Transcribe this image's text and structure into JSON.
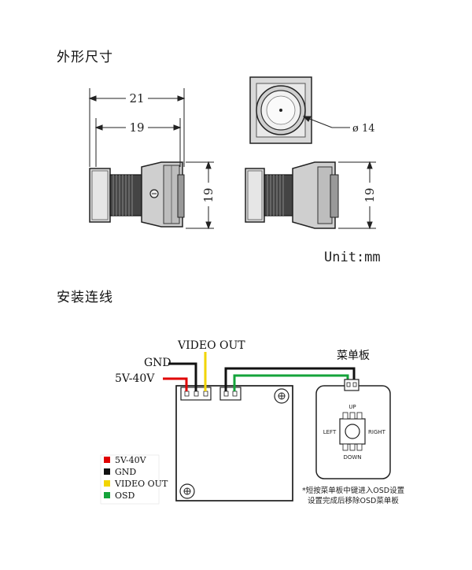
{
  "sections": {
    "dimensions_title": "外形尺寸",
    "wiring_title": "安装连线"
  },
  "dimensions": {
    "overall_length": "21",
    "body_length": "19",
    "lens_diameter": "ø 14",
    "side_height": "19",
    "back_height": "19",
    "unit": "Unit:mm"
  },
  "wiring": {
    "video_out_label": "VIDEO OUT",
    "gnd_label": "GND",
    "power_label": "5V-40V",
    "menu_board_label": "菜单板",
    "joystick": {
      "up": "UP",
      "down": "DOWN",
      "left": "LEFT",
      "right": "RIGHT"
    },
    "note_line1": "*短按菜单板中键进入OSD设置",
    "note_line2": "设置完成后移除OSD菜单板",
    "colors": {
      "power": "#e00000",
      "gnd": "#111111",
      "video": "#f2d500",
      "osd": "#14a33a"
    }
  },
  "legend": [
    {
      "label": "5V-40V",
      "color": "#e00000"
    },
    {
      "label": "GND",
      "color": "#111111"
    },
    {
      "label": "VIDEO OUT",
      "color": "#f2d500"
    },
    {
      "label": "OSD",
      "color": "#14a33a"
    }
  ]
}
